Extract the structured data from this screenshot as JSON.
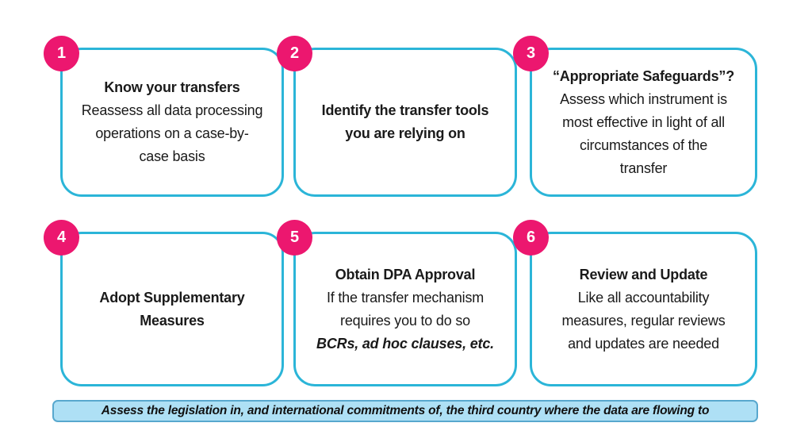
{
  "colors": {
    "box_border_cyan": "#2bb5d8",
    "badge_pink": "#ec176f",
    "badge_number_color": "#ffffff",
    "banner_background": "#aee0f5",
    "banner_border": "#58a8ce",
    "text": "#1a1a1a"
  },
  "steps": [
    {
      "number": "1",
      "title": "Know your transfers",
      "body": "Reassess all data processing\noperations on a case-by-\ncase basis"
    },
    {
      "number": "2",
      "title": "Identify the transfer tools\nyou are relying on",
      "body": ""
    },
    {
      "number": "3",
      "title": "“Appropriate Safeguards”?",
      "body": "Assess which instrument is\nmost effective in light of all\ncircumstances of the\ntransfer"
    },
    {
      "number": "4",
      "title": "Adopt Supplementary\nMeasures",
      "body": ""
    },
    {
      "number": "5",
      "title": "Obtain DPA Approval",
      "body": "If the transfer mechanism\nrequires you to do so",
      "note": "BCRs, ad hoc clauses, etc."
    },
    {
      "number": "6",
      "title": "Review and Update",
      "body": "Like all accountability\nmeasures, regular reviews\nand updates are needed"
    }
  ],
  "banner": {
    "text": "Assess the legislation in, and international commitments of, the third country where the data are flowing to"
  }
}
